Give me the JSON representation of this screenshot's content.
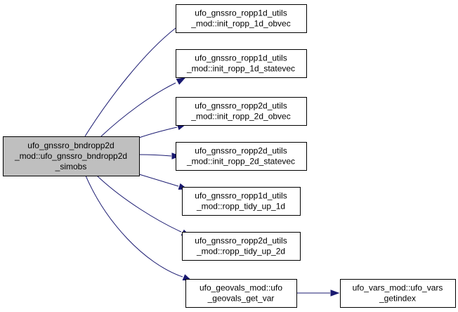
{
  "graph": {
    "root": {
      "id": "root",
      "lines": [
        "ufo_gnssro_bndropp2d",
        "_mod::ufo_gnssro_bndropp2d",
        "_simobs"
      ]
    },
    "nodes": [
      {
        "id": "n1",
        "lines": [
          "ufo_gnssro_ropp1d_utils",
          "_mod::init_ropp_1d_obvec"
        ]
      },
      {
        "id": "n2",
        "lines": [
          "ufo_gnssro_ropp1d_utils",
          "_mod::init_ropp_1d_statevec"
        ]
      },
      {
        "id": "n3",
        "lines": [
          "ufo_gnssro_ropp2d_utils",
          "_mod::init_ropp_2d_obvec"
        ]
      },
      {
        "id": "n4",
        "lines": [
          "ufo_gnssro_ropp2d_utils",
          "_mod::init_ropp_2d_statevec"
        ]
      },
      {
        "id": "n5",
        "lines": [
          "ufo_gnssro_ropp1d_utils",
          "_mod::ropp_tidy_up_1d"
        ]
      },
      {
        "id": "n6",
        "lines": [
          "ufo_gnssro_ropp2d_utils",
          "_mod::ropp_tidy_up_2d"
        ]
      },
      {
        "id": "n7",
        "lines": [
          "ufo_geovals_mod::ufo",
          "_geovals_get_var"
        ]
      },
      {
        "id": "n8",
        "lines": [
          "ufo_vars_mod::ufo_vars",
          "_getindex"
        ]
      }
    ],
    "edges": [
      {
        "from": "root",
        "to": "n1"
      },
      {
        "from": "root",
        "to": "n2"
      },
      {
        "from": "root",
        "to": "n3"
      },
      {
        "from": "root",
        "to": "n4"
      },
      {
        "from": "root",
        "to": "n5"
      },
      {
        "from": "root",
        "to": "n6"
      },
      {
        "from": "root",
        "to": "n7"
      },
      {
        "from": "n7",
        "to": "n8"
      }
    ],
    "colors": {
      "edge": "#191970",
      "root_fill": "#bfbfbf",
      "node_fill": "#ffffff",
      "border": "#000000"
    }
  }
}
